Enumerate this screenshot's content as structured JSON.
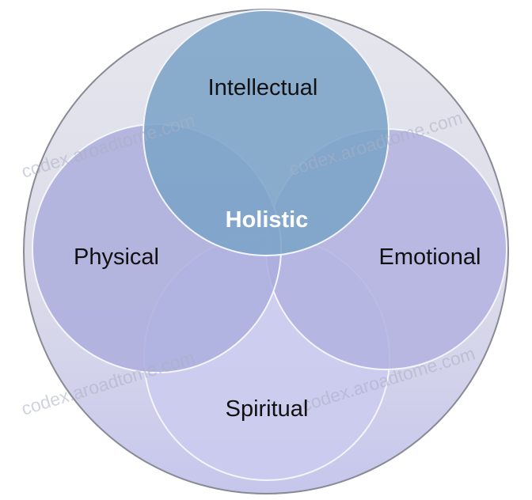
{
  "diagram": {
    "center_label": "Holistic",
    "nodes": [
      {
        "key": "intellectual",
        "label": "Intellectual"
      },
      {
        "key": "physical",
        "label": "Physical"
      },
      {
        "key": "emotional",
        "label": "Emotional"
      },
      {
        "key": "spiritual",
        "label": "Spiritual"
      }
    ]
  },
  "watermark": {
    "text": "codex.aroadtome.com"
  },
  "colors": {
    "outer_fill": "#e3e3ec",
    "outer_lower_fill": "#c9c9ec",
    "outer_stroke": "#8a8a95",
    "intellectual": "#7ea6c8",
    "physical": "#aeb1de",
    "emotional": "#b3b3e2",
    "spiritual": "#cdcdf0",
    "circle_stroke": "#f2f2fa"
  }
}
